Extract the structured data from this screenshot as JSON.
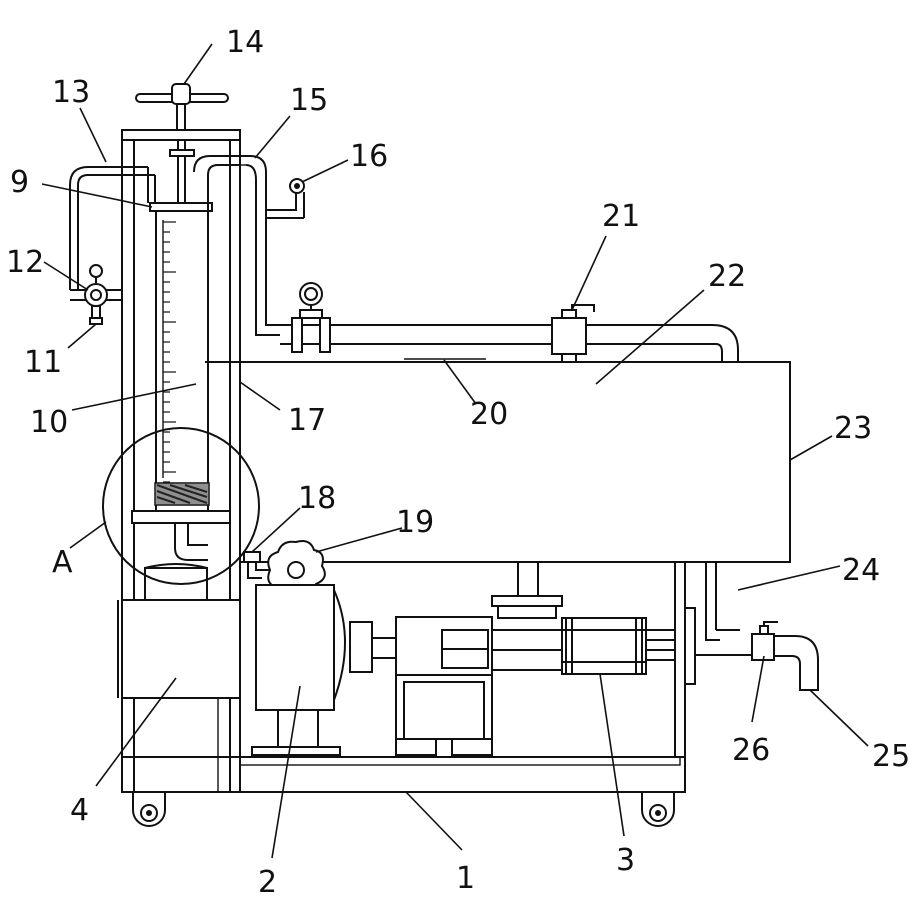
{
  "diagram": {
    "callouts": [
      "1",
      "2",
      "3",
      "4",
      "9",
      "10",
      "11",
      "12",
      "13",
      "14",
      "15",
      "16",
      "17",
      "18",
      "19",
      "20",
      "21",
      "22",
      "23",
      "24",
      "25",
      "26",
      "A"
    ]
  }
}
